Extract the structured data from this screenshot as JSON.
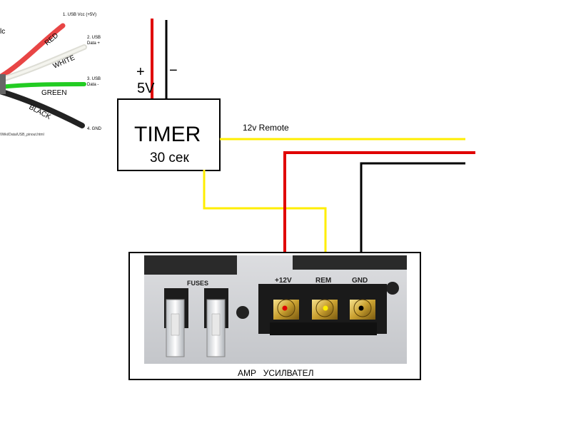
{
  "usb_cable": {
    "header_fragment": "lc",
    "pins": [
      {
        "label_line1": "1. USB Vcc (+5V)",
        "label_line2": "",
        "wire": "RED",
        "color": "#e84545"
      },
      {
        "label_line1": "2. USB",
        "label_line2": "Data +",
        "wire": "WHITE",
        "color": "#e8e8e0"
      },
      {
        "label_line1": "3. USB",
        "label_line2": "Data -",
        "wire": "GREEN",
        "color": "#22cc22"
      },
      {
        "label_line1": "4. GND",
        "label_line2": "",
        "wire": "BLACK",
        "color": "#222222"
      }
    ],
    "footer_fragment": "/Wiki/Data/USB_pinout.html"
  },
  "timer": {
    "title": "TIMER",
    "subtitle": "30 сек",
    "plus_symbol": "+",
    "minus_symbol": "−",
    "voltage": "5V"
  },
  "remote_label": "12v Remote",
  "amp": {
    "caption": "AMP   УСИЛВАТЕЛ",
    "fuses_label": "FUSES",
    "terminals": [
      "+12V",
      "REM",
      "GND"
    ]
  },
  "wire_colors": {
    "positive": "#e00000",
    "ground": "#000000",
    "remote": "#ffee00"
  }
}
